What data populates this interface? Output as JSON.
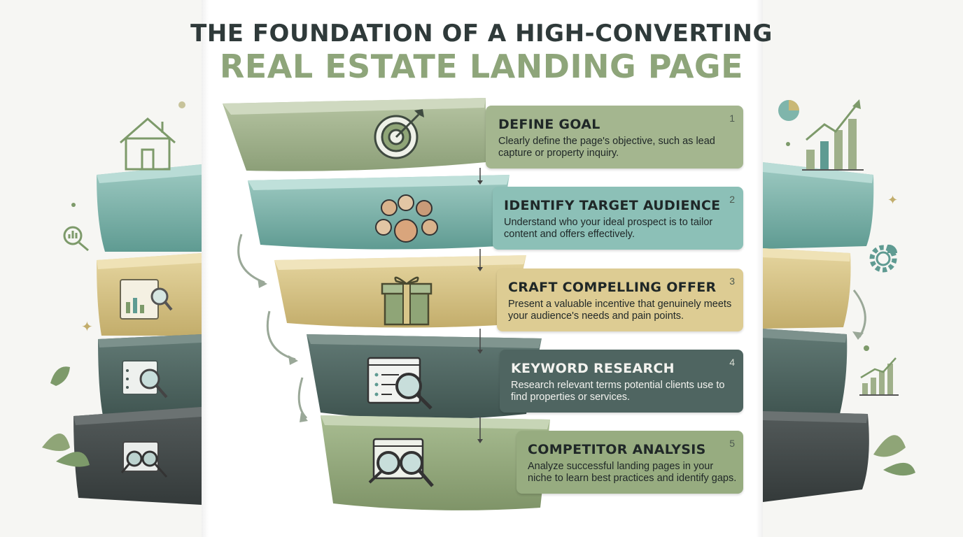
{
  "title": {
    "line1": "THE FOUNDATION OF A HIGH-CONVERTING",
    "line2": "REAL ESTATE LANDING PAGE"
  },
  "colors": {
    "green": "#9fb08a",
    "teal": "#86bab1",
    "gold": "#d8c68a",
    "slate": "#4f6561",
    "olive": "#8fa577",
    "charcoal": "#3d4444",
    "title_dark": "#2f3a3a",
    "title_green": "#8ea57a"
  },
  "steps": [
    {
      "number": "1",
      "title": "DEFINE GOAL",
      "description": "Clearly define the page's objective, such as lead capture or property inquiry.",
      "icon": "target-icon"
    },
    {
      "number": "2",
      "title": "IDENTIFY TARGET AUDIENCE",
      "description": "Understand who your ideal prospect is to tailor content and offers effectively.",
      "icon": "people-icon"
    },
    {
      "number": "3",
      "title": "CRAFT COMPELLING OFFER",
      "description": "Present a valuable incentive that genuinely meets your audience's needs and pain points.",
      "icon": "gift-icon"
    },
    {
      "number": "4",
      "title": "KEYWORD RESEARCH",
      "description": "Research relevant terms potential clients use to find properties or services.",
      "icon": "keyword-search-icon"
    },
    {
      "number": "5",
      "title": "COMPETITOR ANALYSIS",
      "description": "Analyze successful landing pages in your niche to learn best practices and identify gaps.",
      "icon": "compare-search-icon"
    }
  ],
  "side_icons": {
    "left": [
      "house-icon",
      "search-chart-icon",
      "report-magnifier-icon",
      "checklist-magnifier-icon",
      "double-magnifier-icon",
      "leaf-icon"
    ],
    "right": [
      "pie-chart-icon",
      "growth-chart-icon",
      "gear-icon",
      "bar-growth-icon",
      "leaf-icon"
    ]
  }
}
